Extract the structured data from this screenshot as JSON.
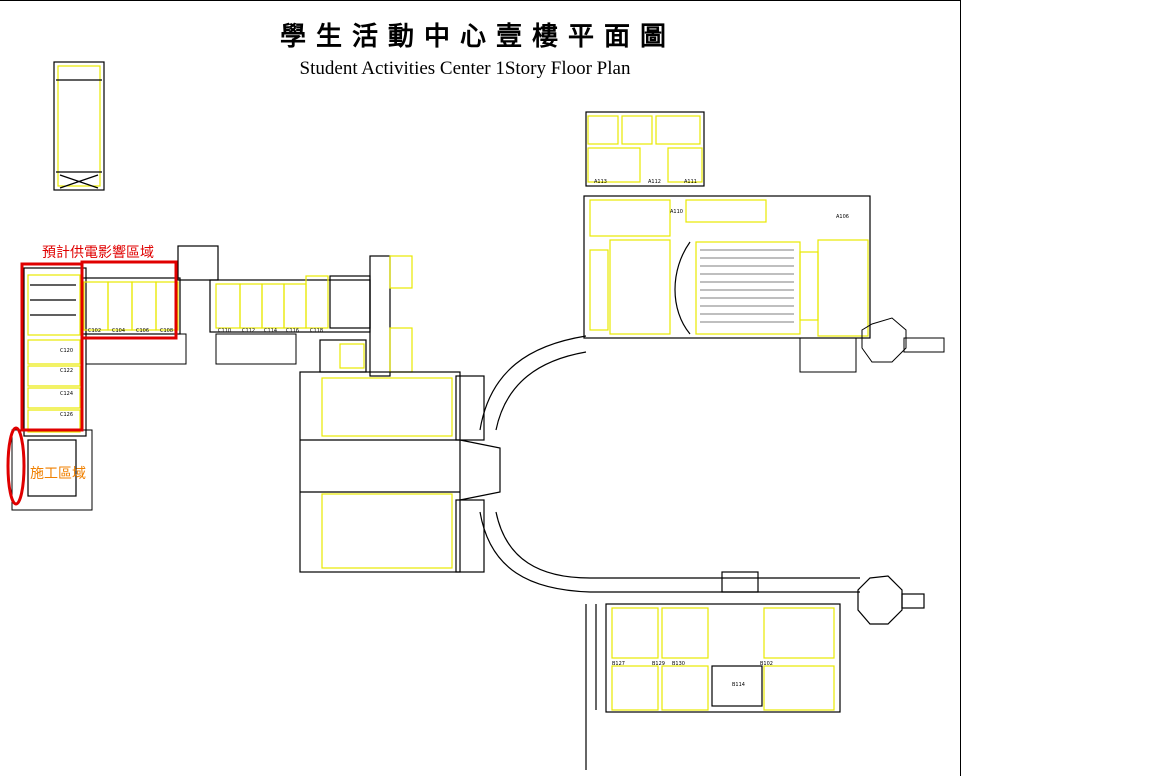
{
  "title": {
    "chinese": "學生活動中心壹樓平面圖",
    "english": "Student Activities Center 1Story Floor Plan"
  },
  "annotations": {
    "power_impact_zone": "預計供電影響區域",
    "construction_zone": "施工區域"
  },
  "room_codes": {
    "c1": "C120",
    "c2": "C122",
    "c3": "C124",
    "c4": "C126",
    "c5": "C102",
    "c6": "C104",
    "c7": "C106",
    "c8": "C108",
    "c9": "C110",
    "c10": "C112",
    "c11": "C114",
    "c12": "C116",
    "c13": "C118",
    "a1": "A113",
    "a2": "A112",
    "a3": "A111",
    "a4": "A110",
    "a5": "A106",
    "b1": "B127",
    "b2": "B129",
    "b3": "B130",
    "b4": "B102",
    "b5": "B114"
  },
  "colors": {
    "annotation_red": "#e00000",
    "annotation_orange": "#f08000",
    "wall_yellow": "#e8e800",
    "wall_black": "#000000"
  }
}
